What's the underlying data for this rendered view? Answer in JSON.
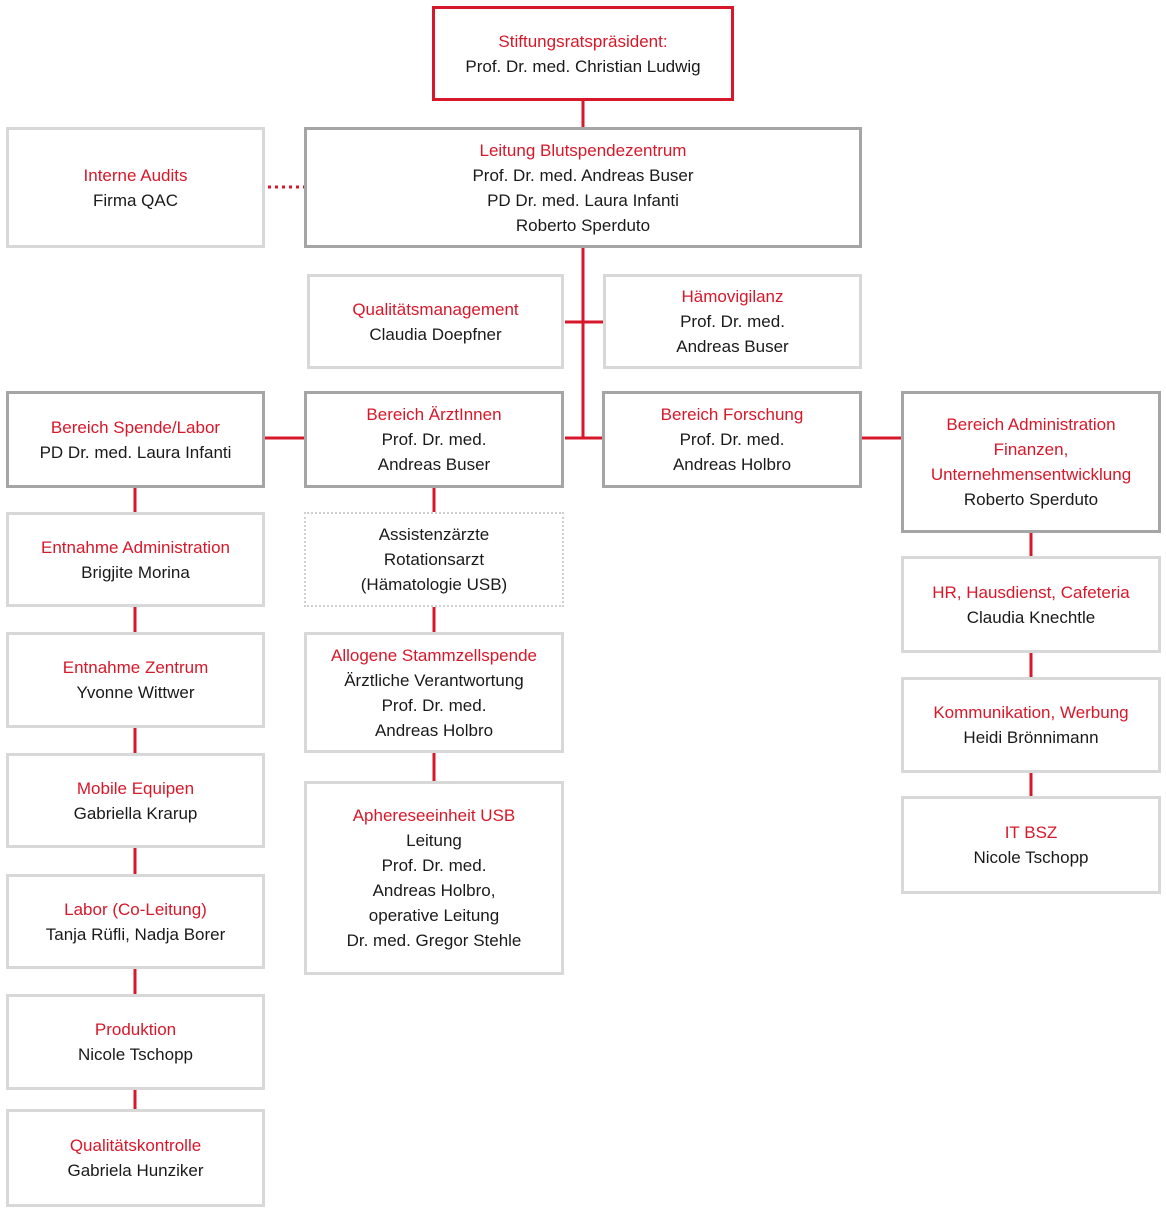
{
  "colors": {
    "accent": "#d7182a",
    "text": "#1a1a1a",
    "border_light": "#d8d8d8",
    "border_mid": "#a5a5a5"
  },
  "nodes": {
    "president": {
      "title": "Stiftungsratspräsident:",
      "lines": [
        "Prof. Dr. med. Christian Ludwig"
      ]
    },
    "audits": {
      "title": "Interne Audits",
      "lines": [
        "Firma QAC"
      ]
    },
    "leitung": {
      "title": "Leitung Blutspendezentrum",
      "lines": [
        "Prof. Dr. med. Andreas Buser",
        "PD Dr. med. Laura Infanti",
        "Roberto Sperduto"
      ]
    },
    "qm": {
      "title": "Qualitätsmanagement",
      "lines": [
        "Claudia Doepfner"
      ]
    },
    "haemo": {
      "title": "Hämovigilanz",
      "lines": [
        "Prof. Dr. med.",
        "Andreas Buser"
      ]
    },
    "spende": {
      "title": "Bereich Spende/Labor",
      "lines": [
        "PD Dr. med. Laura Infanti"
      ]
    },
    "aerzt": {
      "title": "Bereich ÄrztInnen",
      "lines": [
        "Prof. Dr. med.",
        "Andreas Buser"
      ]
    },
    "forschung": {
      "title": "Bereich Forschung",
      "lines": [
        "Prof. Dr. med.",
        "Andreas Holbro"
      ]
    },
    "admin": {
      "title": "Bereich Administration Finanzen, Unternehmensentwicklung",
      "lines": [
        "Roberto Sperduto"
      ]
    },
    "entnahme_admin": {
      "title": "Entnahme Administration",
      "lines": [
        "Brigjite Morina"
      ]
    },
    "entnahme_zentrum": {
      "title": "Entnahme Zentrum",
      "lines": [
        "Yvonne Wittwer"
      ]
    },
    "mobile": {
      "title": "Mobile Equipen",
      "lines": [
        "Gabriella Krarup"
      ]
    },
    "labor": {
      "title": "Labor (Co-Leitung)",
      "lines": [
        "Tanja Rüfli, Nadja Borer"
      ]
    },
    "produktion": {
      "title": "Produktion",
      "lines": [
        "Nicole Tschopp"
      ]
    },
    "qk": {
      "title": "Qualitätskontrolle",
      "lines": [
        "Gabriela Hunziker"
      ]
    },
    "assistenz": {
      "title": "",
      "lines": [
        "Assistenzärzte",
        "Rotationsarzt",
        "(Hämatologie USB)"
      ]
    },
    "allogen": {
      "title": "Allogene Stammzellspende",
      "lines": [
        "Ärztliche Verantwortung",
        "Prof. Dr. med.",
        "Andreas Holbro"
      ]
    },
    "aphe": {
      "title": "Aphereseeinheit USB",
      "lines": [
        "Leitung",
        "Prof. Dr. med.",
        "Andreas Holbro,",
        "operative Leitung",
        "Dr. med. Gregor Stehle"
      ]
    },
    "hr": {
      "title": "HR, Hausdienst, Cafeteria",
      "lines": [
        "Claudia Knechtle"
      ]
    },
    "komm": {
      "title": "Kommunikation, Werbung",
      "lines": [
        "Heidi Brönnimann"
      ]
    },
    "it": {
      "title": "IT BSZ",
      "lines": [
        "Nicole Tschopp"
      ]
    }
  }
}
